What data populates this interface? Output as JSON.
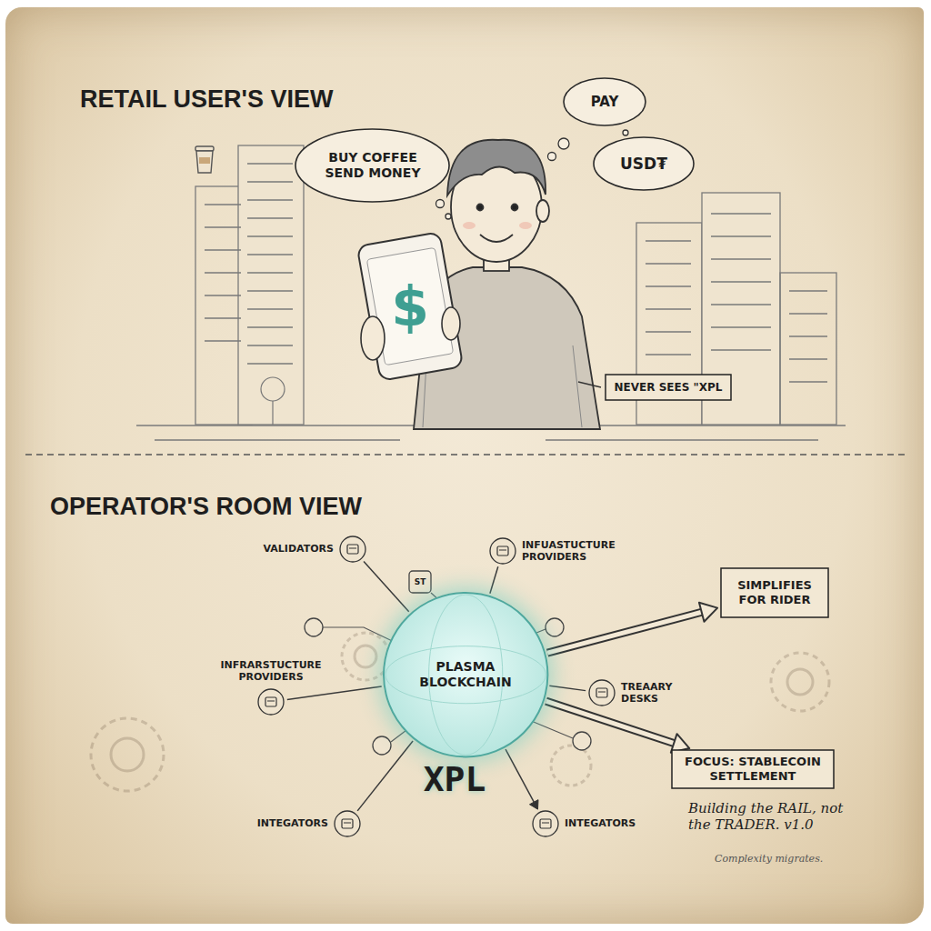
{
  "diagram": {
    "nodes": [
      {
        "text": [
          "BUY COFFEE SEND MONEY"
        ]
      },
      {
        "text": [
          "PAY"
        ]
      },
      {
        "text": [
          "USD₮"
        ]
      },
      {
        "text": [
          "NEVER SEES \"XPL"
        ]
      },
      {
        "text": [
          "VALIDATORS"
        ]
      },
      {
        "text": [
          "INFUASTUCTURE PROVIDERS"
        ]
      },
      {
        "text": [
          "SIMPLIFIES FOR RIDER"
        ]
      },
      {
        "text": [
          "INFRARSTUCTURE PROVIDERS"
        ]
      },
      {
        "text": [
          "PLASMA BLOCKCHAIN"
        ]
      },
      {
        "text": [
          "TREAARY DESKS"
        ]
      },
      {
        "text": [
          "FOCUS: STABLECOIN SETTLEMENT"
        ]
      },
      {
        "text": [
          "INTEGATORS"
        ]
      },
      {
        "text": [
          "INTEGATORS"
        ]
      }
    ],
    "edges": [
      {
        "from": 8,
        "to": 4,
        "arrow": "none"
      },
      {
        "from": 8,
        "to": 5,
        "arrow": "none"
      },
      {
        "from": 8,
        "to": 6,
        "arrow": "to"
      },
      {
        "from": 8,
        "to": 7,
        "arrow": "none"
      },
      {
        "from": 8,
        "to": 9,
        "arrow": "none"
      },
      {
        "from": 8,
        "to": 10,
        "arrow": "to"
      },
      {
        "from": 8,
        "to": 11,
        "arrow": "none"
      },
      {
        "from": 8,
        "to": 12,
        "arrow": "to"
      }
    ],
    "labels": [
      "RETAIL USER'S VIEW",
      "$",
      "OPERATOR'S ROOM VIEW",
      "ST",
      "XPL",
      "Building the RAIL, not the TRADER. v1.0",
      "Complexity migrates."
    ]
  }
}
